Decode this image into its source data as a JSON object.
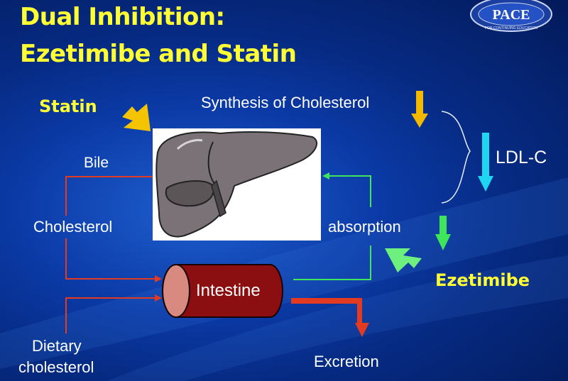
{
  "title": {
    "line1": "Dual Inhibition:",
    "line2": "Ezetimibe and Statin"
  },
  "logo": {
    "text": "PACE",
    "ring_text": "FOR CONTINUING EDUCATION"
  },
  "labels": {
    "statin": "Statin",
    "synthesis": "Synthesis of Cholesterol",
    "ldl": "LDL-C",
    "bile": "Bile",
    "cholesterol": "Cholesterol",
    "absorption": "absorption",
    "intestine": "Intestine",
    "ezetimibe": "Ezetimibe",
    "dietary_line1": "Dietary",
    "dietary_line2": "cholesterol",
    "excretion": "Excretion"
  },
  "colors": {
    "title": "#ffff33",
    "statin_arrow": "#f5c400",
    "synthesis_arrow": "#f5b800",
    "ldl_arrow": "#1fd6f0",
    "green_flow": "#3fe65a",
    "red_flow": "#e23b22",
    "intestine_body": "#8b0f10",
    "intestine_end": "#d98a80"
  }
}
